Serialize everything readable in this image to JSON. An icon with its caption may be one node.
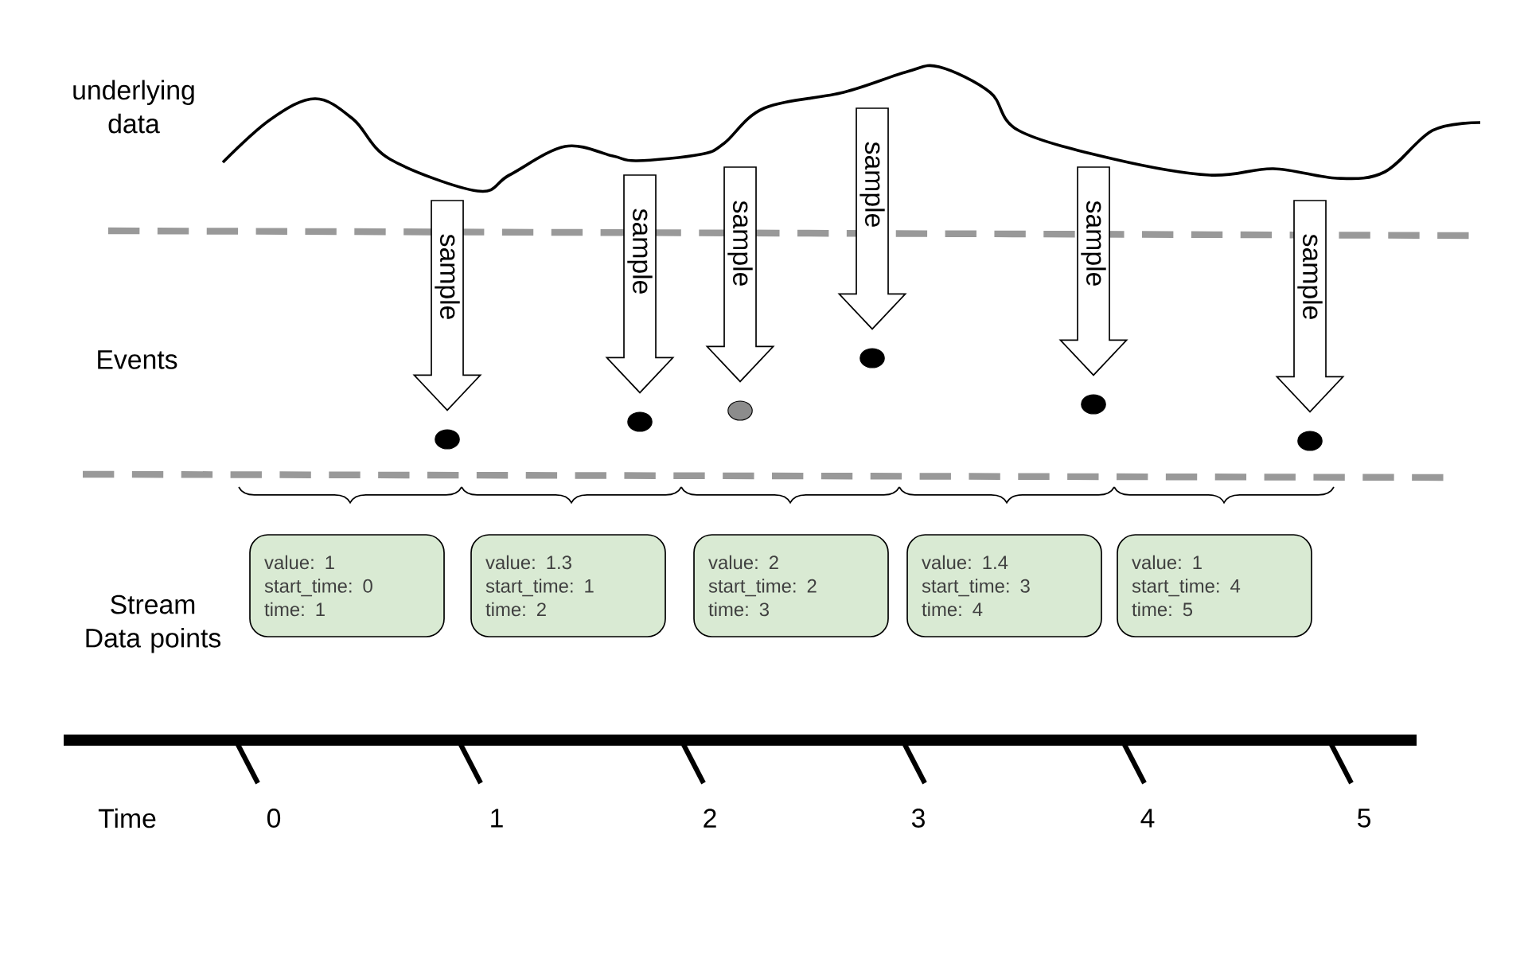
{
  "diagram": {
    "nodes": [
      {
        "text": [],
        "shape": "circle"
      },
      {
        "text": [],
        "shape": "circle"
      },
      {
        "text": [],
        "shape": "circle"
      },
      {
        "text": [],
        "shape": "circle"
      },
      {
        "text": [],
        "shape": "circle"
      },
      {
        "text": [],
        "shape": "circle"
      },
      {
        "text": [
          "value: 1",
          "start_time: 0",
          "time: 1"
        ]
      },
      {
        "text": [
          "value: 1.3",
          "start_time: 1",
          "time: 2"
        ]
      },
      {
        "text": [
          "value: 2",
          "start_time: 2",
          "time: 3"
        ]
      },
      {
        "text": [
          "value: 1.4",
          "start_time: 3",
          "time: 4"
        ]
      },
      {
        "text": [
          "value: 1",
          "start_time: 4",
          "time: 5"
        ]
      }
    ],
    "edges": [
      {
        "from": null,
        "to": 0,
        "arrow": "to",
        "label": "sample"
      },
      {
        "from": null,
        "to": 1,
        "arrow": "to",
        "label": "sample"
      },
      {
        "from": null,
        "to": 2,
        "arrow": "to",
        "label": "sample"
      },
      {
        "from": null,
        "to": 3,
        "arrow": "to",
        "label": "sample"
      },
      {
        "from": null,
        "to": 4,
        "arrow": "to",
        "label": "sample"
      },
      {
        "from": null,
        "to": 5,
        "arrow": "to",
        "label": "sample"
      }
    ],
    "labels": [
      "underlying data",
      "Events",
      "Stream Data points",
      "Time",
      "0",
      "1",
      "2",
      "3",
      "4",
      "5"
    ]
  }
}
